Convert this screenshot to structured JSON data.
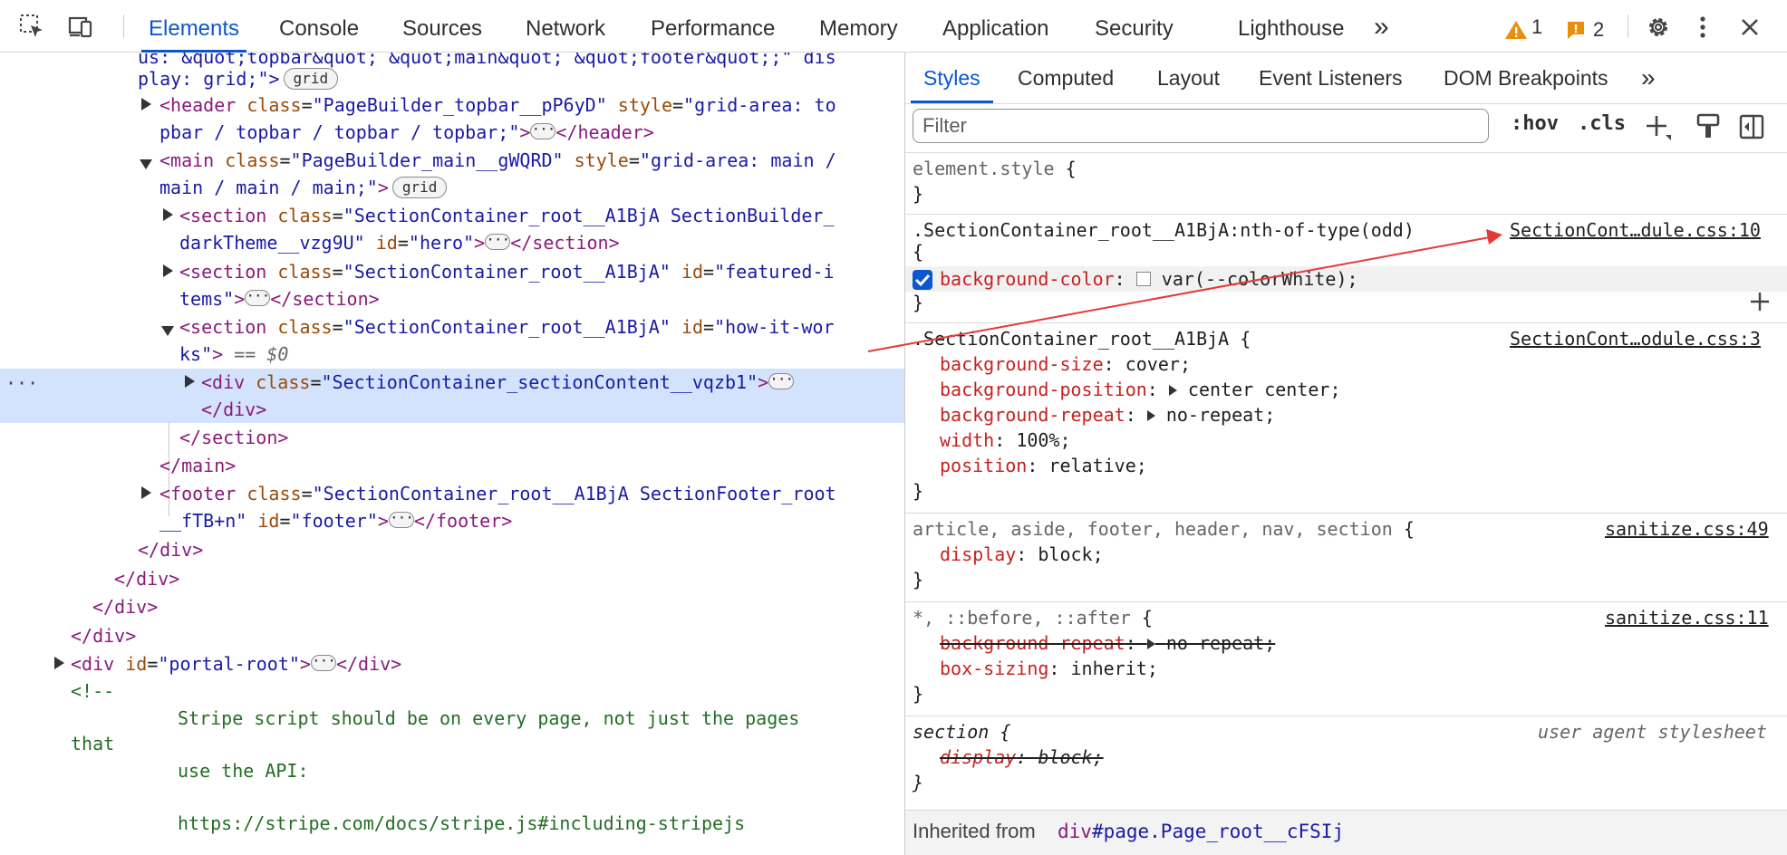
{
  "toolbar": {
    "tabs": [
      "Elements",
      "Console",
      "Sources",
      "Network",
      "Performance",
      "Memory",
      "Application",
      "Security",
      "Lighthouse"
    ],
    "more": "»",
    "warnings": "1",
    "issues": "2"
  },
  "elements": {
    "lines": [
      "us: &quot;topbar&quot; &quot;main&quot; &quot;footer&quot;;\" dis",
      "play: grid;\">"
    ],
    "grid_badge": "grid",
    "header": {
      "tag": "header",
      "attr": "class",
      "val": "PageBuilder_topbar__pP6yD",
      "attr2": "style",
      "val2a": "grid-area: to",
      "val2b": "pbar / topbar / topbar / topbar;"
    },
    "main": {
      "tag": "main",
      "attr": "class",
      "val": "PageBuilder_main__gWQRD",
      "attr2": "style",
      "val2a": "grid-area: main /",
      "val2b": "main / main / main;"
    },
    "section1": {
      "val": "SectionContainer_root__A1BjA SectionBuilder_",
      "val2": "darkTheme__vzg9U",
      "id": "hero"
    },
    "section2": {
      "val": "SectionContainer_root__A1BjA",
      "ida": "featured-i",
      "idb": "tems"
    },
    "section3": {
      "val": "SectionContainer_root__A1BjA",
      "ida": "how-it-wor",
      "idb": "ks",
      "eq": "== $0"
    },
    "div": {
      "val": "SectionContainer_sectionContent__vqzb1"
    },
    "footer": {
      "val": "SectionContainer_root__A1BjA SectionFooter_root",
      "val2": "__fTB+n",
      "id": "footer"
    },
    "portal": {
      "id": "portal-root"
    },
    "comment": [
      "<!--",
      "Stripe script should be on every page, not just the pages",
      "that",
      "use the API:",
      "https://stripe.com/docs/stripe.js#including-stripejs"
    ]
  },
  "styles": {
    "tabs": [
      "Styles",
      "Computed",
      "Layout",
      "Event Listeners",
      "DOM Breakpoints"
    ],
    "filter_placeholder": "Filter",
    "hov": ":hov",
    "cls": ".cls",
    "element_style": "element.style",
    "rules": {
      "r1": {
        "selector": ".SectionContainer_root__A1BjA:nth-of-type(odd)",
        "source": "SectionCont…dule.css:10",
        "prop": "background-color",
        "value": "var(--colorWhite)"
      },
      "r2": {
        "selector": ".SectionContainer_root__A1BjA",
        "source": "SectionCont…odule.css:3",
        "props": [
          {
            "p": "background-size",
            "v": "cover"
          },
          {
            "p": "background-position",
            "v": "center center"
          },
          {
            "p": "background-repeat",
            "v": "no-repeat"
          },
          {
            "p": "width",
            "v": "100%"
          },
          {
            "p": "position",
            "v": "relative"
          }
        ]
      },
      "r3": {
        "selector": "article, aside, footer, header, nav, section",
        "source": "sanitize.css:49",
        "prop": "display",
        "value": "block"
      },
      "r4": {
        "selector": "*, ::before, ::after",
        "source": "sanitize.css:11",
        "prop1": "background-repeat",
        "val1": "no-repeat",
        "prop2": "box-sizing",
        "val2": "inherit"
      },
      "r5": {
        "selector": "section",
        "source": "user agent stylesheet",
        "prop": "display",
        "value": "block"
      }
    },
    "inherited_label": "Inherited from",
    "inherited_tag": "div",
    "inherited_id": "#page",
    "inherited_class": ".Page_root__cFSIj"
  },
  "colors": {
    "accent": "#0b57d0",
    "annotation_arrow": "#e53935"
  }
}
